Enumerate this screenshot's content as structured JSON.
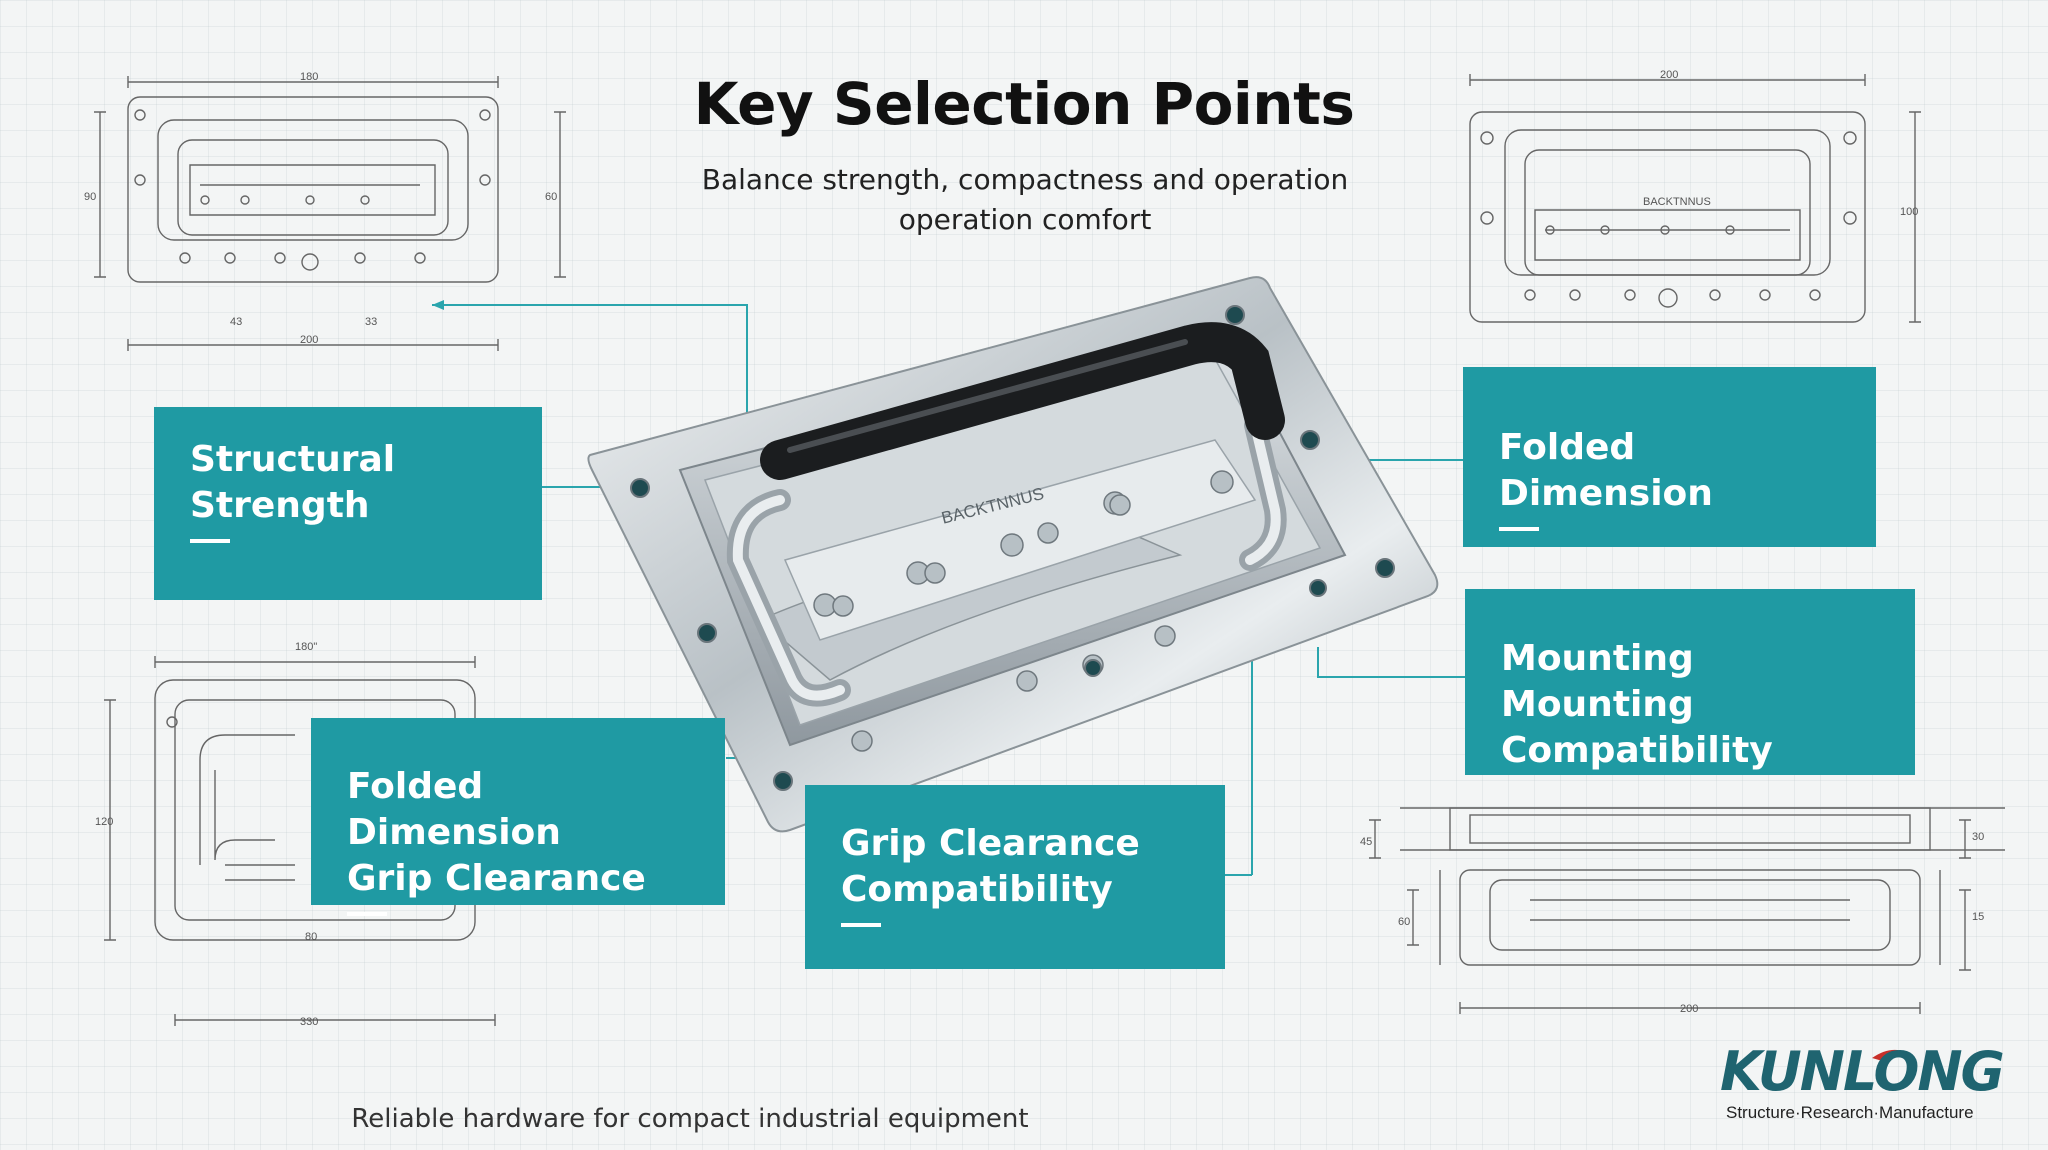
{
  "header": {
    "title": "Key Selection Points",
    "subtitle_lines": [
      "Balance strength, compactness and operation",
      "operation comfort"
    ]
  },
  "cards": {
    "structural_strength": "Structural\nStrength",
    "folded_dimension": "Folded Dimension",
    "mounting_compatibility": "Mounting Mounting\nCompatibility",
    "folded_dimension_grip_clearance": "Folded Dimension\nGrip Clearance",
    "grip_clearance_compatibility": "Grip Clearance\nCompatibility"
  },
  "product": {
    "plate_marking": "BACKTNNUS"
  },
  "drawings": {
    "top_left": {
      "dim_top": "180",
      "dim_bottom": "200",
      "dim_left": "90",
      "dim_right": "60",
      "dim_small_1": "43",
      "dim_small_2": "33"
    },
    "top_right": {
      "dim_top": "200",
      "dim_right": "100",
      "marking": "BACKTNNUS"
    },
    "bottom_left": {
      "dim_top": "180\"",
      "dim_left": "120",
      "dim_mid": "80",
      "dim_bottom": "330"
    },
    "bottom_right": {
      "dim_bottom": "200",
      "dim_left_1": "45",
      "dim_left_2": "60",
      "dim_right_1": "30",
      "dim_right_2": "15"
    }
  },
  "footer": {
    "tagline": "Reliable hardware for compact industrial equipment"
  },
  "logo": {
    "name": "KUNLONG",
    "tagline": "Structure·Research·Manufacture"
  },
  "colors": {
    "accent": "#1f9aa3",
    "logo": "#1f6470",
    "logo_swoosh": "#c8302a",
    "background": "#f3f5f5"
  }
}
